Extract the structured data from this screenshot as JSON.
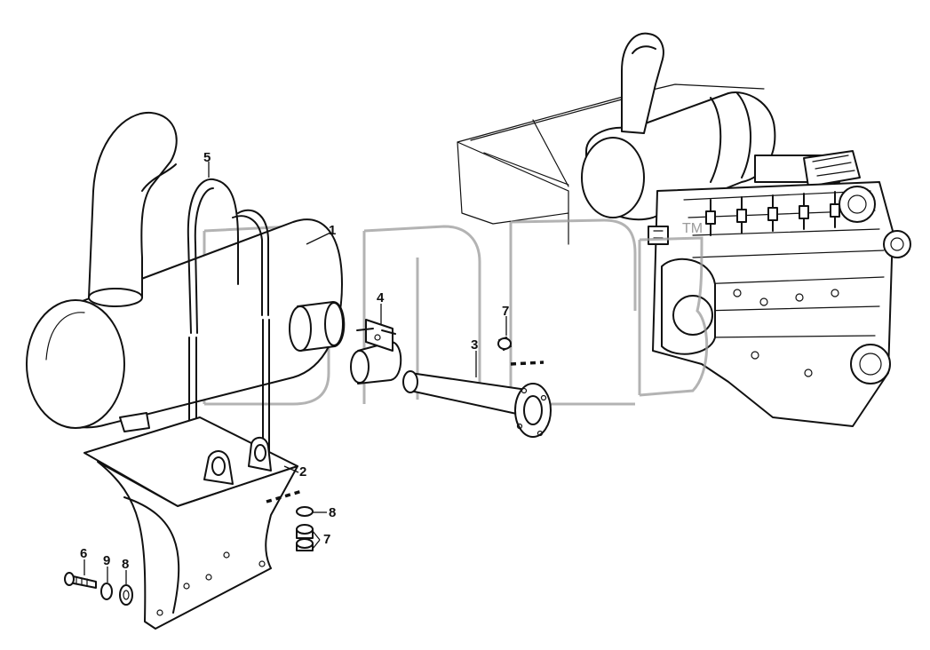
{
  "callouts": [
    {
      "id": "c1",
      "label": "1"
    },
    {
      "id": "c2",
      "label": "2"
    },
    {
      "id": "c3",
      "label": "3"
    },
    {
      "id": "c4",
      "label": "4"
    },
    {
      "id": "c5",
      "label": "5"
    },
    {
      "id": "c6",
      "label": "6"
    },
    {
      "id": "c7a",
      "label": "7"
    },
    {
      "id": "c7b",
      "label": "7"
    },
    {
      "id": "c8a",
      "label": "8"
    },
    {
      "id": "c8b",
      "label": "8"
    },
    {
      "id": "c9",
      "label": "9"
    }
  ],
  "watermark": {
    "mark": "TM"
  },
  "colors": {
    "line": "#111111",
    "background": "#ffffff",
    "watermark": "#9a9a9a"
  }
}
